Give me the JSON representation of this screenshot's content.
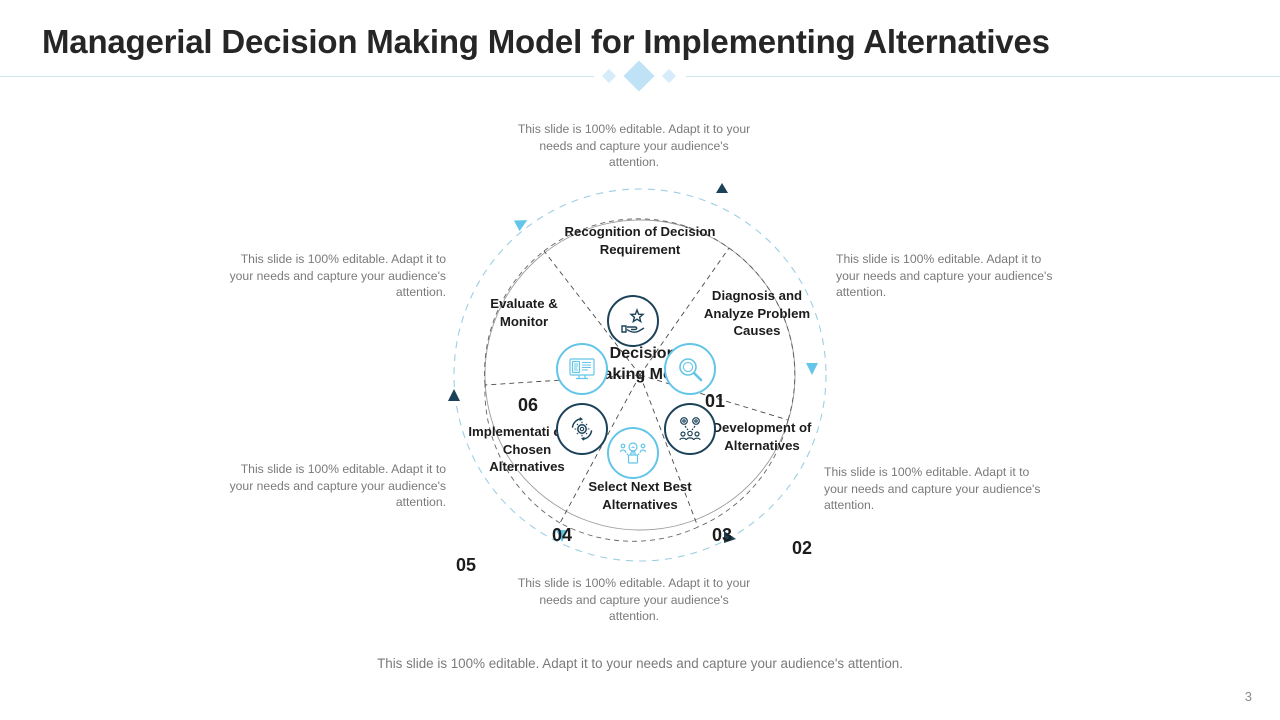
{
  "header": {
    "title": "Managerial Decision Making Model for Implementing Alternatives",
    "divider_color": "#cfe4f2",
    "accent_color": "#a8d8f0"
  },
  "notes": {
    "multiline": "This slide is 100% editable. Adapt it to your needs and capture your audience's attention.",
    "footer": "This slide is 100% editable. Adapt it to your needs and capture your audience's attention."
  },
  "page_number": "3",
  "diagram": {
    "center_label": "Decision Making Model",
    "dark_color": "#1b4258",
    "light_color": "#63c5e8",
    "segments": [
      {
        "number": "01",
        "label": "Recognition of Decision Requirement",
        "icon": "hand-star-icon",
        "tone": "dark",
        "arrow": "dark"
      },
      {
        "number": "02",
        "label": "Diagnosis and Analyze Problem Causes",
        "icon": "magnifier-icon",
        "tone": "light",
        "arrow": "light"
      },
      {
        "number": "03",
        "label": "Development of Alternatives",
        "icon": "gears-people-icon",
        "tone": "dark",
        "arrow": "dark"
      },
      {
        "number": "04",
        "label": "Select Next Best Alternatives",
        "icon": "people-idea-icon",
        "tone": "light",
        "arrow": "light"
      },
      {
        "number": "05",
        "label": "Implementati on of Chosen Alternatives",
        "icon": "gear-refresh-icon",
        "tone": "dark",
        "arrow": "dark"
      },
      {
        "number": "06",
        "label": "Evaluate & Monitor",
        "icon": "monitor-document-icon",
        "tone": "light",
        "arrow": "light"
      }
    ]
  }
}
